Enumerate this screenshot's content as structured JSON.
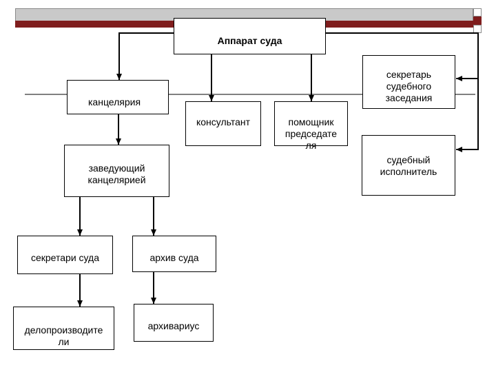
{
  "boxes": {
    "apparat": "Аппарат суда",
    "kantselyariya": "канцелярия",
    "sekretar_zasedaniya": "секретарь\nсудебного\nзаседания",
    "konsultant": "консультант",
    "pomoshchnik": "помощник\nпредседате\nля",
    "sudebnyi_ispolnitel": "судебный\nисполнитель",
    "zaveduyushchiy": "заведующий\nканцелярией",
    "sekretari_suda": "секретари суда",
    "arkhiv_suda": "архив суда",
    "deloproizvoditeli": "делопроизводите\nли",
    "arkhivarius": "архивариус"
  },
  "colors": {
    "band": "#c9c9c9",
    "accent": "#7f1d1d",
    "line": "#000000"
  }
}
